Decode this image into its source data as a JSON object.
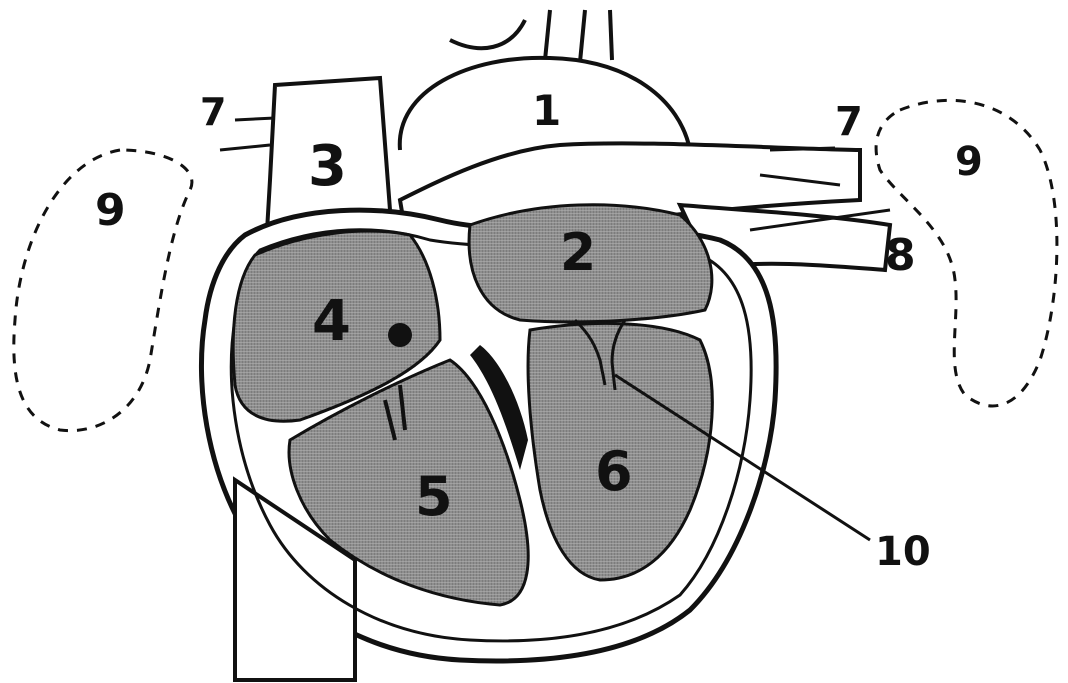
{
  "diagram": {
    "labels": [
      {
        "id": "1",
        "text": "1"
      },
      {
        "id": "2",
        "text": "2"
      },
      {
        "id": "3",
        "text": "3"
      },
      {
        "id": "4",
        "text": "4"
      },
      {
        "id": "5",
        "text": "5"
      },
      {
        "id": "6",
        "text": "6"
      },
      {
        "id": "7-left",
        "text": "7"
      },
      {
        "id": "7-right",
        "text": "7"
      },
      {
        "id": "8",
        "text": "8"
      },
      {
        "id": "9-left",
        "text": "9"
      },
      {
        "id": "9-right",
        "text": "9"
      },
      {
        "id": "10",
        "text": "10"
      }
    ]
  },
  "colors": {
    "ink": "#111111",
    "shade": "#8c8c8c",
    "paper": "#ffffff"
  }
}
